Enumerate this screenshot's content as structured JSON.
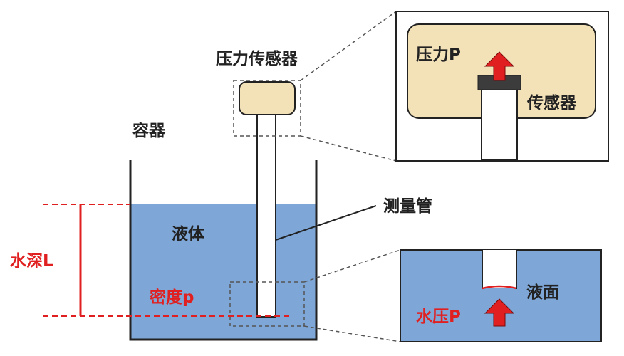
{
  "labels": {
    "sensor": "压力传感器",
    "container": "容器",
    "liquid": "液体",
    "tube": "测量管",
    "depth": "水深L",
    "density": "密度p",
    "zoom_top_pressure": "压力P",
    "zoom_top_sensor": "传感器",
    "zoom_bottom_surface": "液面",
    "zoom_bottom_pressure": "水压P"
  },
  "colors": {
    "liquid": "#7ea7d8",
    "sensor": "#f3e2b8",
    "accent_red": "#e02020",
    "outline": "#222222",
    "dash": "#555555"
  }
}
